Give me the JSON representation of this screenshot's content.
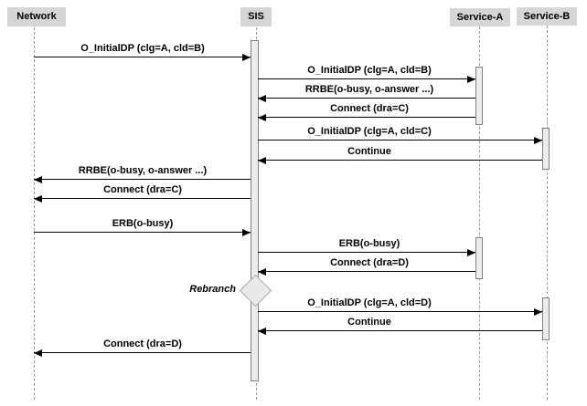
{
  "diagram": {
    "type": "sequence-diagram",
    "actors": [
      {
        "name": "network",
        "label": "Network"
      },
      {
        "name": "sis",
        "label": "SIS"
      },
      {
        "name": "service-a",
        "label": "Service-A"
      },
      {
        "name": "service-b",
        "label": "Service-B"
      }
    ],
    "messages": [
      {
        "label": "O_InitialDP (clg=A, cld=B)",
        "from": "Network",
        "to": "SIS"
      },
      {
        "label": "O_InitialDP (clg=A, cld=B)",
        "from": "SIS",
        "to": "Service-A"
      },
      {
        "label": "RRBE(o-busy, o-answer ...)",
        "from": "Service-A",
        "to": "SIS"
      },
      {
        "label": "Connect (dra=C)",
        "from": "Service-A",
        "to": "SIS"
      },
      {
        "label": "O_InitialDP (clg=A, cld=C)",
        "from": "SIS",
        "to": "Service-B"
      },
      {
        "label": "Continue",
        "from": "Service-B",
        "to": "SIS"
      },
      {
        "label": "RRBE(o-busy, o-answer ...)",
        "from": "SIS",
        "to": "Network"
      },
      {
        "label": "Connect (dra=C)",
        "from": "SIS",
        "to": "Network"
      },
      {
        "label": "ERB(o-busy)",
        "from": "Network",
        "to": "SIS"
      },
      {
        "label": "ERB(o-busy)",
        "from": "SIS",
        "to": "Service-A"
      },
      {
        "label": "Connect (dra=D)",
        "from": "Service-A",
        "to": "SIS"
      },
      {
        "label": "O_InitialDP (clg=A, cld=D)",
        "from": "SIS",
        "to": "Service-B"
      },
      {
        "label": "Continue",
        "from": "Service-B",
        "to": "SIS"
      },
      {
        "label": "Connect (dra=D)",
        "from": "SIS",
        "to": "Network"
      }
    ],
    "rebranch": {
      "label": "Rebranch"
    },
    "colors": {
      "actor_fill": "#d6d6d6",
      "activation_fill": "#ececec",
      "activation_border": "#808080",
      "lifeline": "#999999",
      "diamond_fill": "#e9e9e9",
      "diamond_border": "#a9a9a9",
      "arrow": "#000000"
    }
  }
}
